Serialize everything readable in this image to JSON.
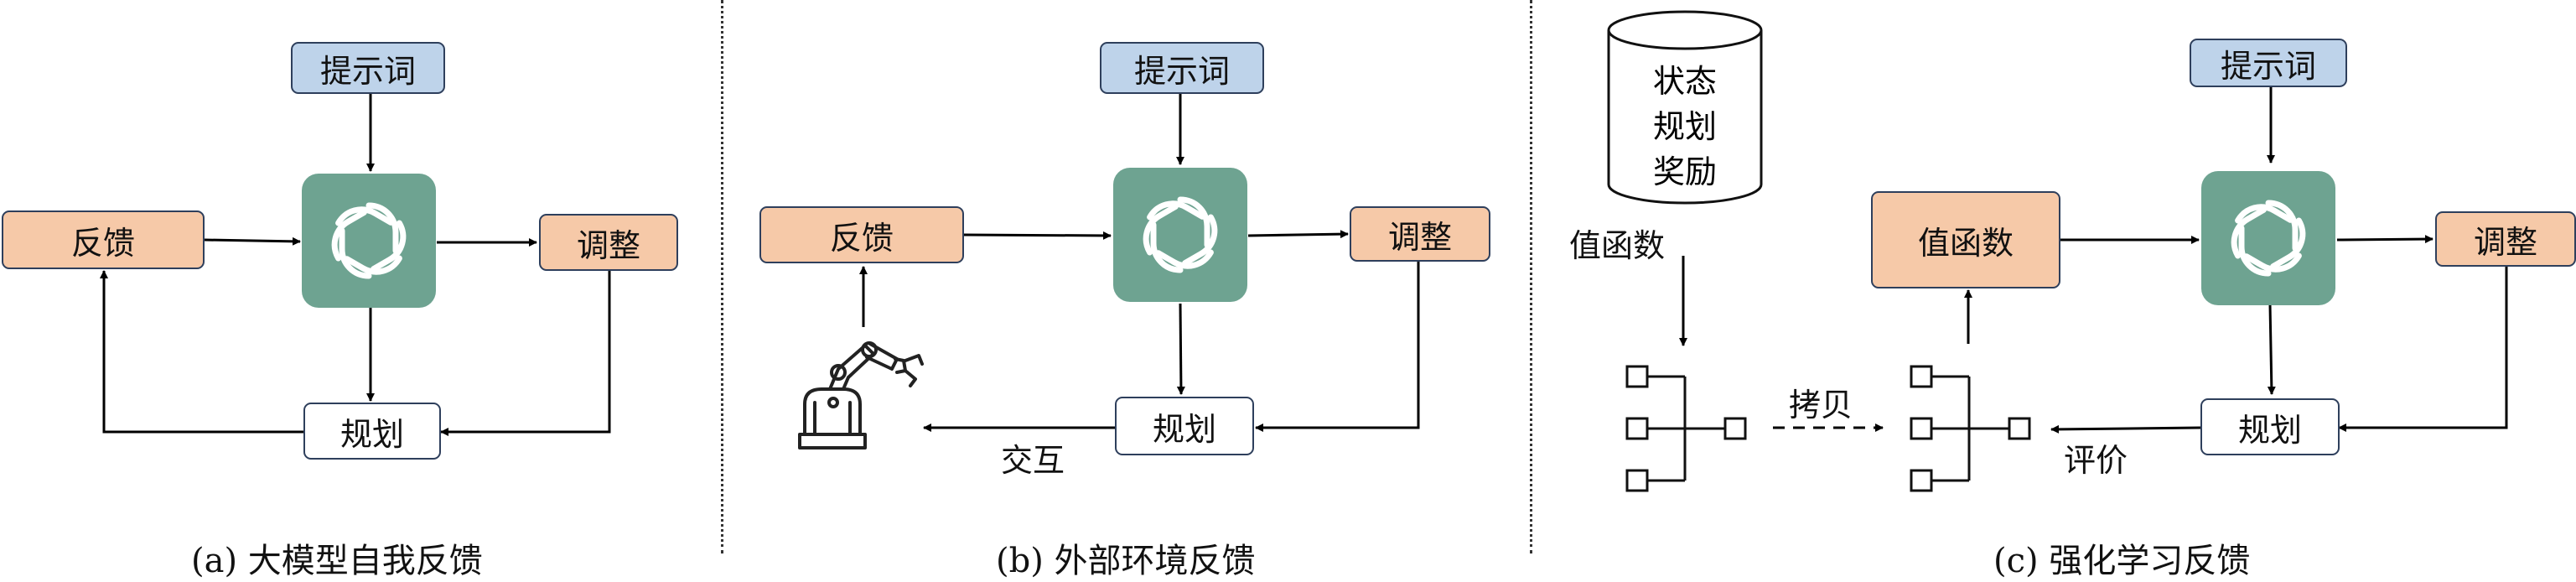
{
  "panel_a": {
    "prompt": "提示词",
    "feedback": "反馈",
    "adjust": "调整",
    "plan": "规划",
    "caption": "(a) 大模型自我反馈"
  },
  "panel_b": {
    "prompt": "提示词",
    "feedback": "反馈",
    "adjust": "调整",
    "plan": "规划",
    "interact": "交互",
    "caption": "(b) 外部环境反馈"
  },
  "panel_c": {
    "prompt": "提示词",
    "database_lines": [
      "状态",
      "规划",
      "奖励"
    ],
    "value_fn_label": "值函数",
    "value_fn_box": "值函数",
    "copy": "拷贝",
    "evaluate": "评价",
    "adjust": "调整",
    "plan": "规划",
    "caption": "(c) 强化学习反馈"
  },
  "colors": {
    "prompt_fill": "#bed3ea",
    "orange_fill": "#f6c9a8",
    "ai_fill": "#6ea391",
    "border": "#2e3f5c"
  },
  "icons": [
    "ai-model-icon",
    "robot-arm-icon",
    "tree-icon",
    "database-icon"
  ]
}
